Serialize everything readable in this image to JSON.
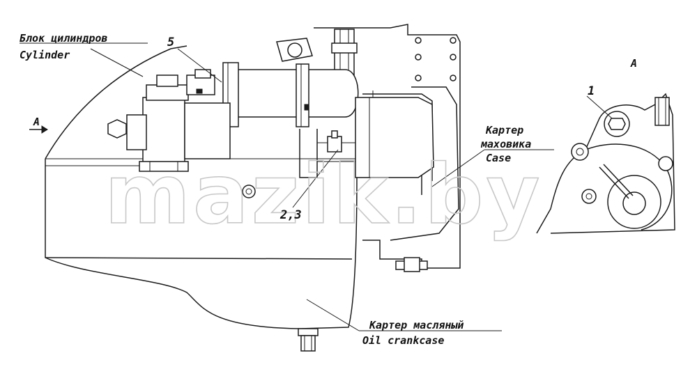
{
  "labels": {
    "cylinder_ru": "Блок цилиндров",
    "cylinder_en": "Cylinder",
    "flywheel_ru_1": "Картер",
    "flywheel_ru_2": "маховика",
    "flywheel_en": "Case",
    "oil_ru": "Картер масляный",
    "oil_en": "Oil crankcase",
    "view_a_left": "A",
    "view_a_right": "A",
    "callout_5": "5",
    "callout_23": "2,3",
    "callout_1": "1"
  },
  "watermark": "mazik.by"
}
